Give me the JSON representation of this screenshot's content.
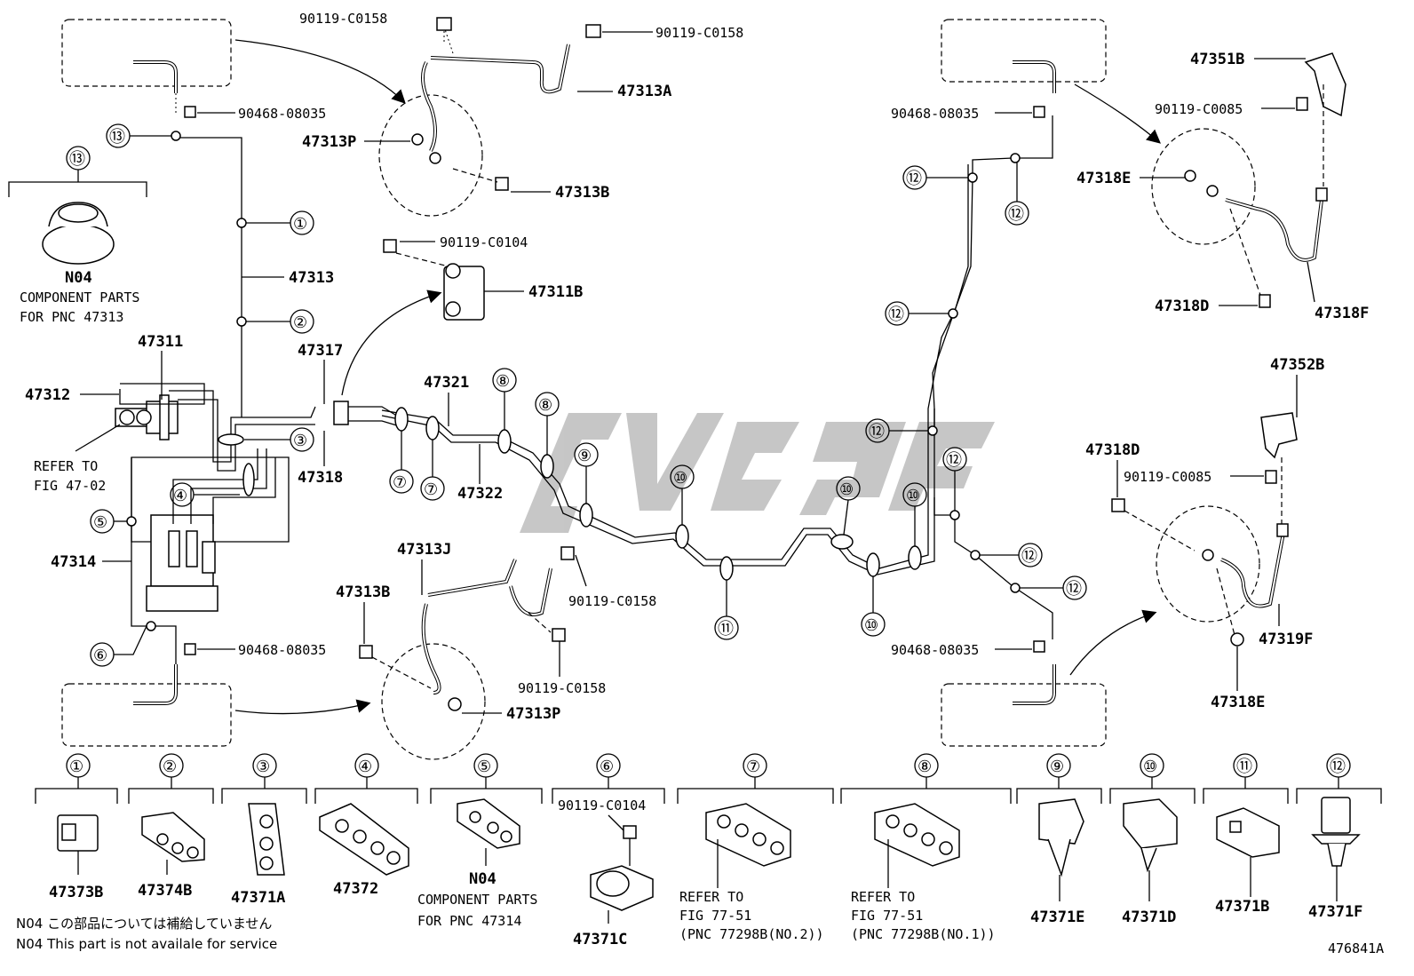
{
  "figure_id": "476841A",
  "watermark": "CV5-96",
  "callouts": {
    "c_90119_C0158_a": "90119-C0158",
    "c_90119_C0158_b": "90119-C0158",
    "c_47313A": "47313A",
    "c_47313P_top": "47313P",
    "c_47313B_top": "47313B",
    "c_90468_08035_tl": "90468-08035",
    "c_90119_C0104": "90119-C0104",
    "c_47311B": "47311B",
    "c_47313": "47313",
    "c_47311": "47311",
    "c_47312": "47312",
    "c_47317": "47317",
    "c_47318": "47318",
    "c_47321": "47321",
    "c_47322": "47322",
    "c_47314": "47314",
    "c_47313J": "47313J",
    "c_47313B_bot": "47313B",
    "c_90119_C0158_c": "90119-C0158",
    "c_90119_C0158_d": "90119-C0158",
    "c_47313P_bot": "47313P",
    "c_90468_08035_bl": "90468-08035",
    "c_90468_08035_tr": "90468-08035",
    "c_90468_08035_br": "90468-08035",
    "c_47351B": "47351B",
    "c_90119_C0085_a": "90119-C0085",
    "c_47318E_top": "47318E",
    "c_47318D_top": "47318D",
    "c_47318F": "47318F",
    "c_47352B": "47352B",
    "c_47318D_bot": "47318D",
    "c_90119_C0085_b": "90119-C0085",
    "c_47319F": "47319F",
    "c_47318E_bot": "47318E"
  },
  "n04_top": {
    "code": "N04",
    "line1": "COMPONENT PARTS",
    "line2": "FOR PNC 47313"
  },
  "refer_master": {
    "line1": "REFER TO",
    "line2": "FIG 47-02"
  },
  "legend": [
    {
      "num": "①",
      "part": "47373B"
    },
    {
      "num": "②",
      "part": "47374B"
    },
    {
      "num": "③",
      "part": "47371A"
    },
    {
      "num": "④",
      "part": "47372"
    },
    {
      "num": "⑤",
      "part": "N04",
      "line1": "COMPONENT PARTS",
      "line2": "FOR PNC 47314"
    },
    {
      "num": "⑥",
      "part": "47371C",
      "bolt": "90119-C0104"
    },
    {
      "num": "⑦",
      "line1": "REFER TO",
      "line2": "FIG 77-51",
      "line3": "(PNC 77298B(NO.2))"
    },
    {
      "num": "⑧",
      "line1": "REFER TO",
      "line2": "FIG 77-51",
      "line3": "(PNC 77298B(NO.1))"
    },
    {
      "num": "⑨",
      "part": "47371E"
    },
    {
      "num": "⑩",
      "part": "47371D"
    },
    {
      "num": "⑪",
      "part": "47371B"
    },
    {
      "num": "⑫",
      "part": "47371F"
    }
  ],
  "markers": {
    "m1": "①",
    "m2": "②",
    "m3": "③",
    "m4": "④",
    "m5": "⑤",
    "m6": "⑥",
    "m7": "⑦",
    "m8": "⑧",
    "m9": "⑨",
    "m10": "⑩",
    "m11": "⑪",
    "m12": "⑫",
    "m13": "⑬"
  },
  "notes": {
    "jp": "N04 この部品については補給していません",
    "en": "N04 This part is not availale for service"
  }
}
